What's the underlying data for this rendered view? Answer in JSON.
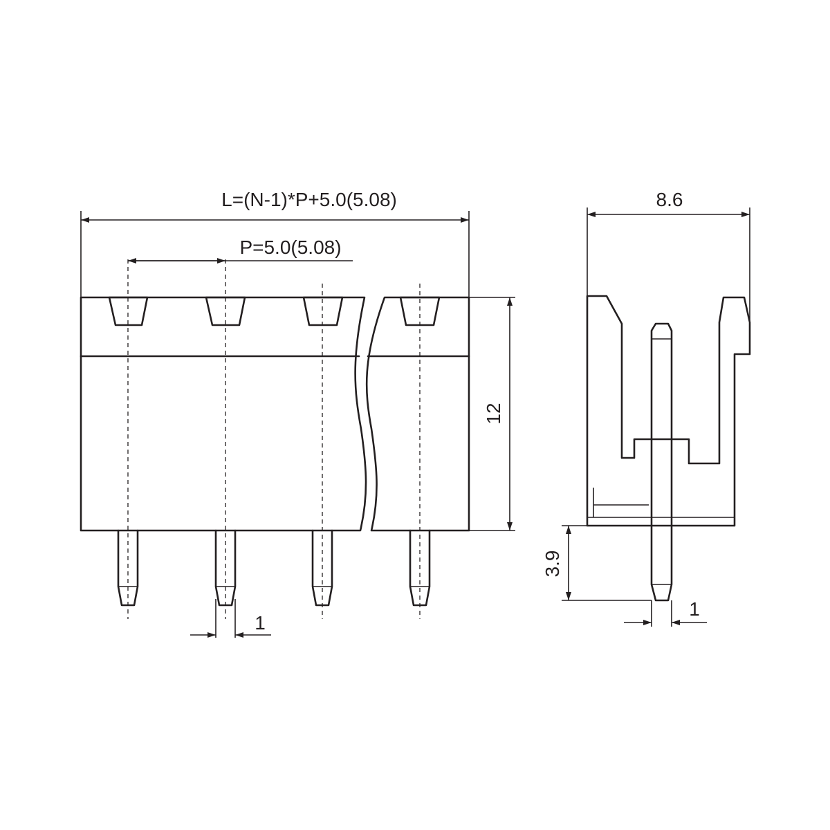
{
  "dimensions": {
    "overall_length": "L=(N-1)*P+5.0(5.08)",
    "pitch": "P=5.0(5.08)",
    "height": "12",
    "depth": "8.6",
    "pin_length": "3.9",
    "pin_width_front": "1",
    "pin_width_side": "1"
  },
  "colors": {
    "line": "#231f20",
    "hatch": "#231f20",
    "background": "#ffffff"
  }
}
